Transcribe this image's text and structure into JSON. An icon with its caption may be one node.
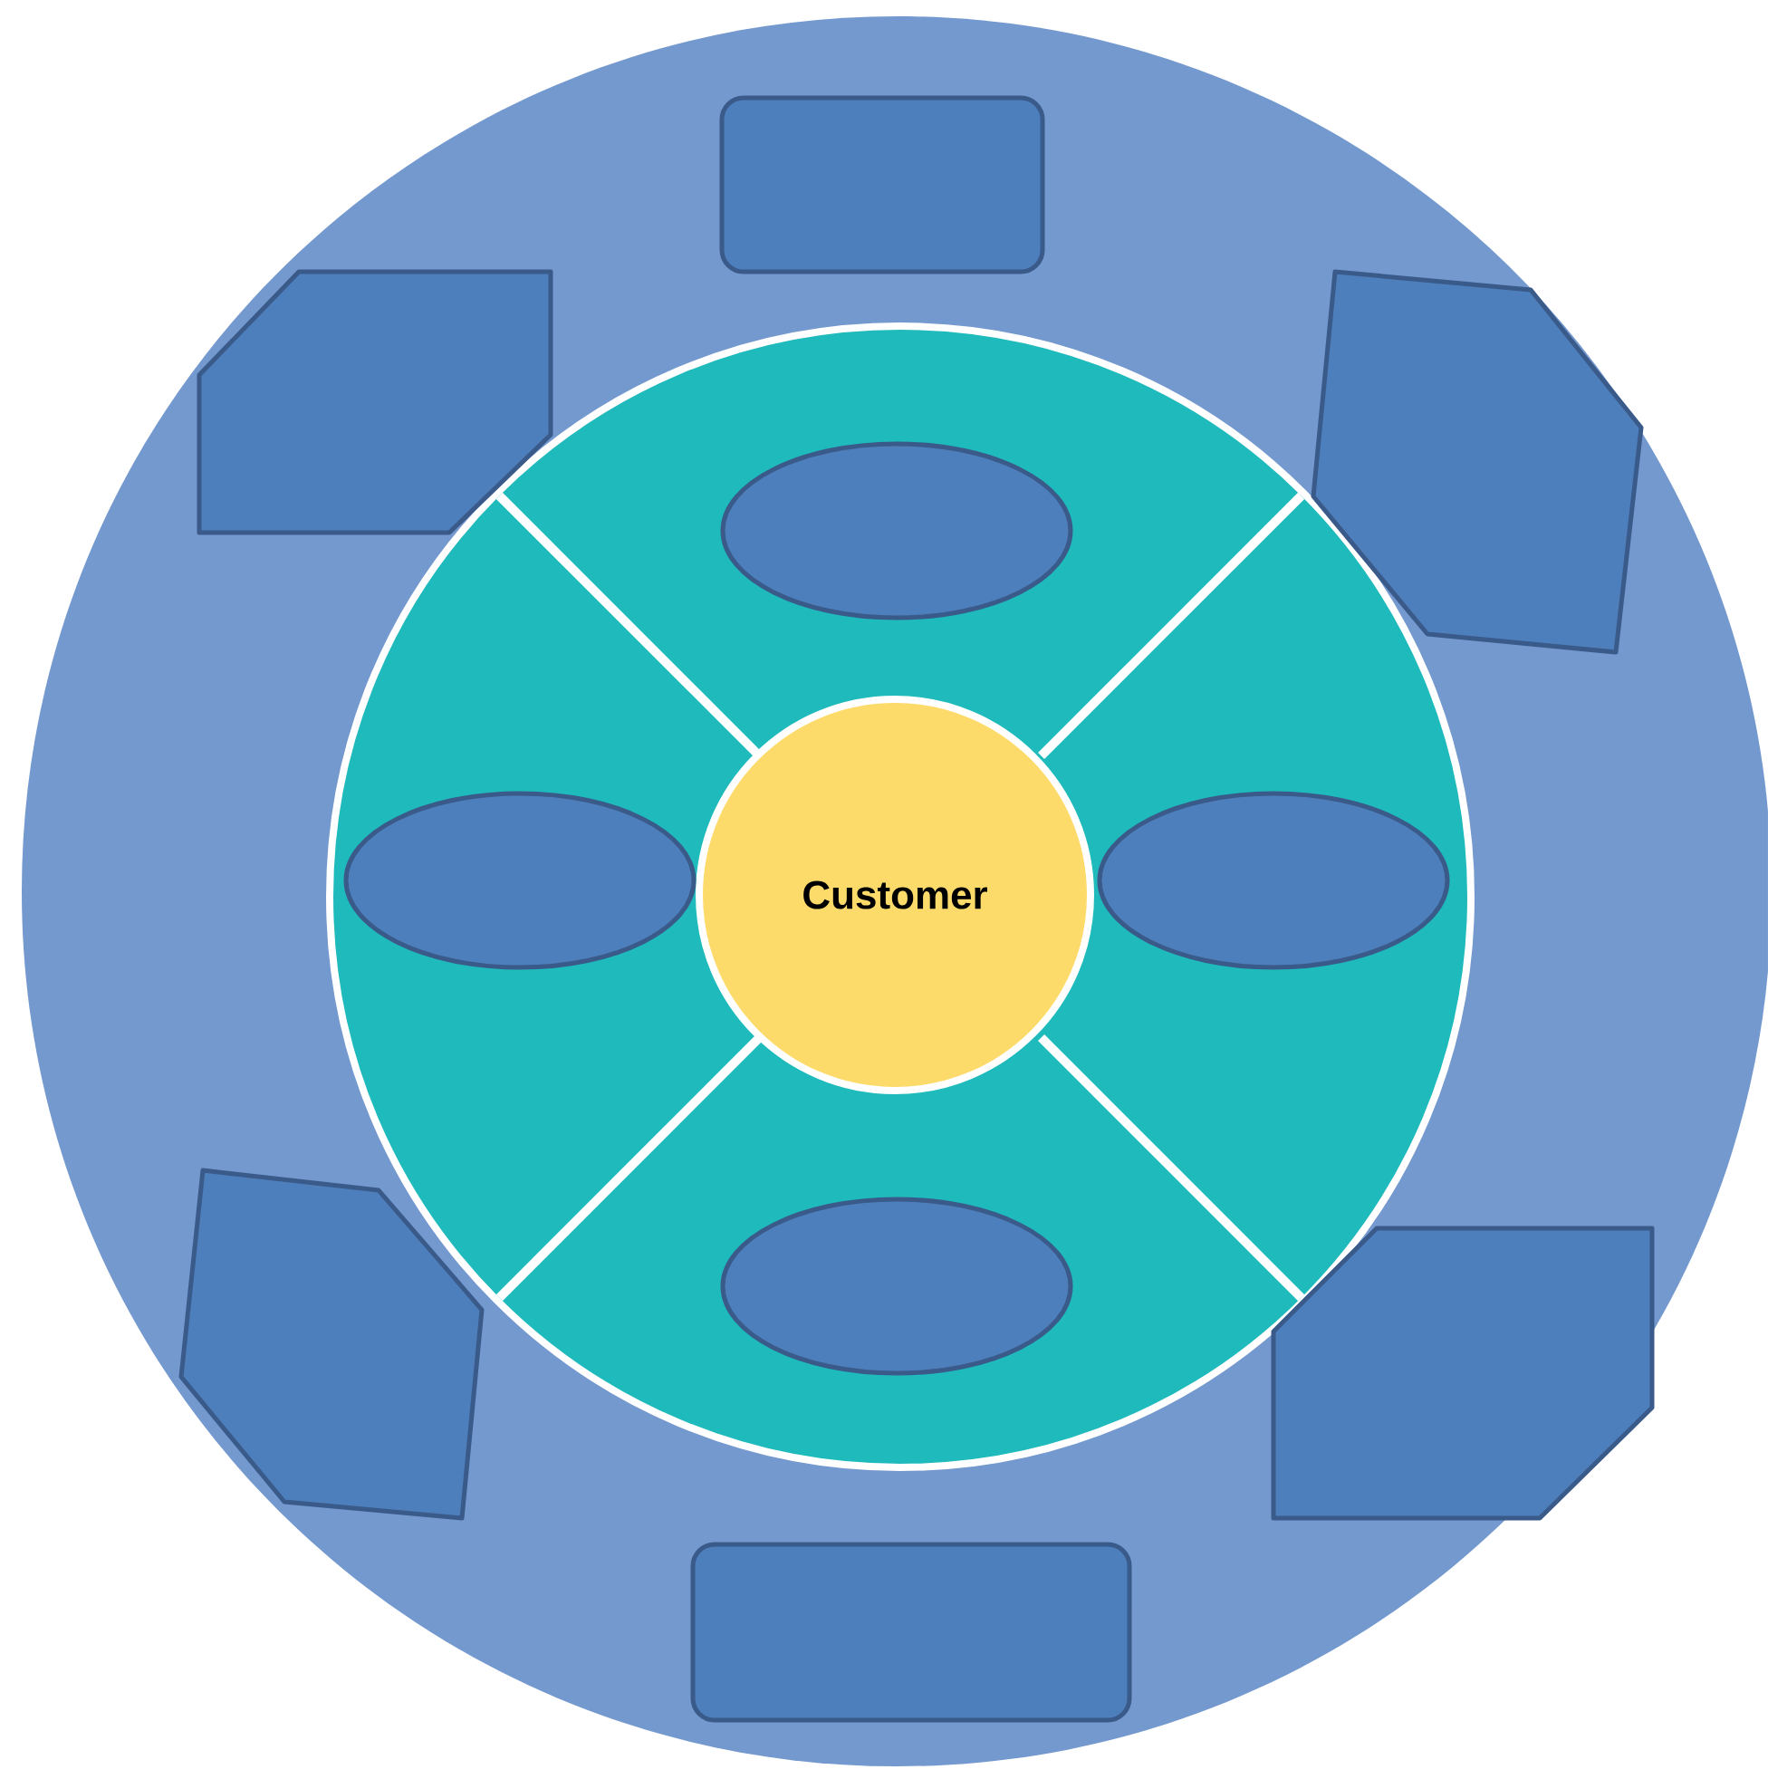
{
  "diagram": {
    "nodes": [
      {
        "text": [],
        "shape": "circle"
      },
      {
        "text": [],
        "shape": "circle",
        "in": 0
      },
      {
        "text": [
          "Customer"
        ],
        "in": 1
      },
      {
        "text": [],
        "shape": "ellipse",
        "in": 1
      },
      {
        "text": [],
        "shape": "ellipse",
        "in": 1
      },
      {
        "text": [],
        "shape": "ellipse",
        "in": 1
      },
      {
        "text": [],
        "shape": "ellipse",
        "in": 1
      },
      {
        "text": [],
        "shape": "box",
        "in": 0
      },
      {
        "text": [],
        "shape": "hexagon",
        "in": 0
      },
      {
        "text": [],
        "shape": "hexagon",
        "in": 0
      },
      {
        "text": [],
        "shape": "hexagon",
        "in": 0
      },
      {
        "text": [],
        "shape": "hexagon",
        "in": 0
      },
      {
        "text": [],
        "shape": "box",
        "in": 0
      }
    ]
  }
}
